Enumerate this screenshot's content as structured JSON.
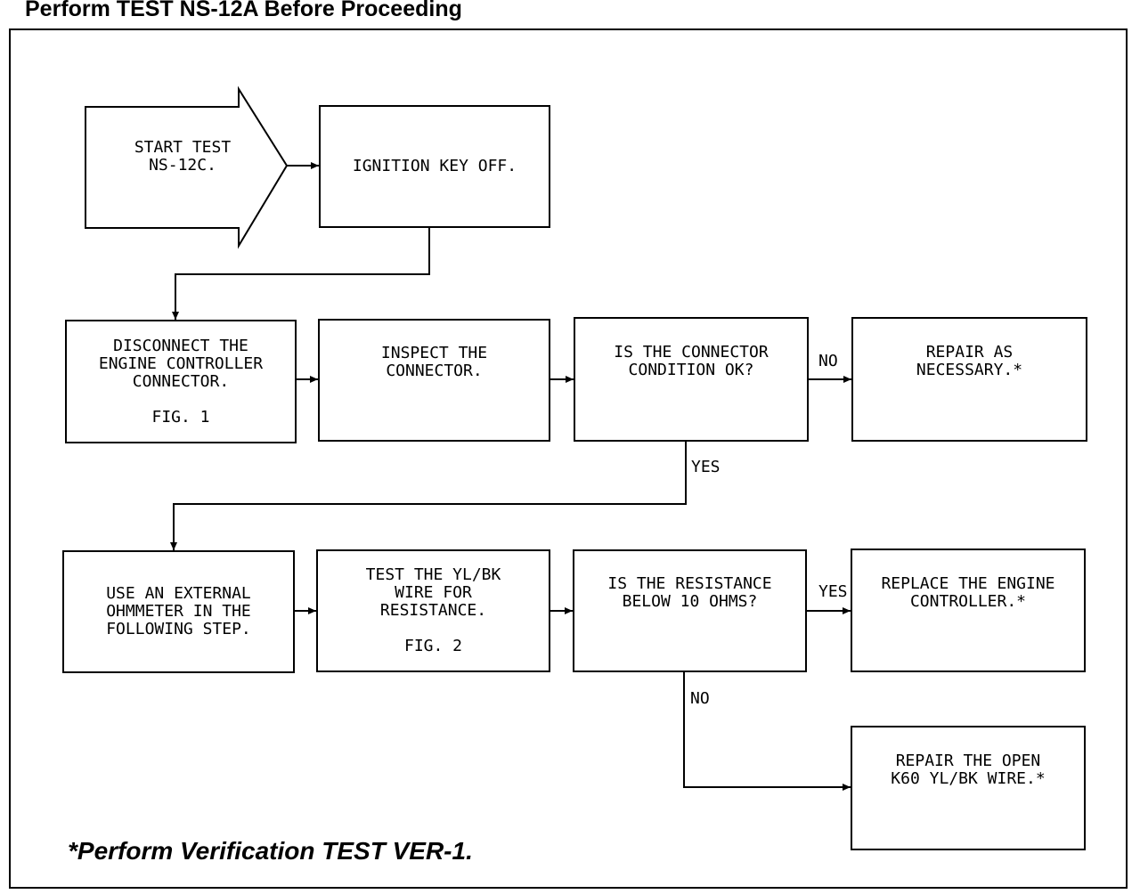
{
  "header": {
    "title": "Perform TEST NS-12A Before Proceeding"
  },
  "steps": {
    "start": {
      "label": "START TEST\nNS-12C."
    },
    "ignition": {
      "label": "IGNITION KEY OFF."
    },
    "disconnect": {
      "label": "DISCONNECT THE\nENGINE CONTROLLER\nCONNECTOR.",
      "fig": "FIG. 1"
    },
    "inspect": {
      "label": "INSPECT THE\nCONNECTOR."
    },
    "connector_ok": {
      "label": "IS THE CONNECTOR\nCONDITION OK?"
    },
    "repair_necessary": {
      "label": "REPAIR AS\nNECESSARY.*"
    },
    "ohmmeter": {
      "label": "USE AN EXTERNAL\nOHMMETER IN THE\nFOLLOWING STEP."
    },
    "test_wire": {
      "label": "TEST THE YL/BK\nWIRE FOR\nRESISTANCE.",
      "fig": "FIG. 2"
    },
    "resistance_q": {
      "label": "IS THE RESISTANCE\nBELOW 10 OHMS?"
    },
    "replace_controller": {
      "label": "REPLACE THE ENGINE\nCONTROLLER.*"
    },
    "repair_open": {
      "label": "REPAIR THE OPEN\nK60 YL/BK WIRE.*"
    }
  },
  "branches": {
    "connector_no": "NO",
    "connector_yes": "YES",
    "resistance_yes": "YES",
    "resistance_no": "NO"
  },
  "footer": {
    "note": "*Perform Verification TEST VER-1."
  }
}
